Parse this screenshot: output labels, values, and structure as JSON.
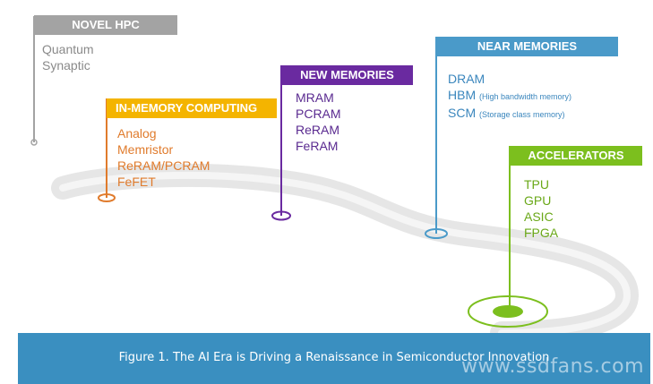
{
  "colors": {
    "novel": "#a3a3a3",
    "in_memory": "#f4b400",
    "in_memory_text": "#e07b2c",
    "new_memories": "#6a2aa0",
    "near_memories": "#4a9ac9",
    "accelerators": "#7cbf1e",
    "caption_bg": "#3a8fc0",
    "road": "#e6e6e6"
  },
  "novel_hpc": {
    "title": "NOVEL HPC",
    "items": [
      "Quantum",
      "Synaptic"
    ]
  },
  "in_memory_computing": {
    "title": "IN-MEMORY COMPUTING",
    "items": [
      "Analog",
      "Memristor",
      "ReRAM/PCRAM",
      "FeFET"
    ]
  },
  "new_memories": {
    "title": "NEW MEMORIES",
    "items": [
      "MRAM",
      "PCRAM",
      "ReRAM",
      "FeRAM"
    ]
  },
  "near_memories": {
    "title": "NEAR MEMORIES",
    "items": [
      {
        "name": "DRAM",
        "note": ""
      },
      {
        "name": "HBM",
        "note": "(High bandwidth memory)"
      },
      {
        "name": "SCM",
        "note": "(Storage class memory)"
      }
    ]
  },
  "accelerators": {
    "title": "ACCELERATORS",
    "items": [
      "TPU",
      "GPU",
      "ASIC",
      "FPGA"
    ]
  },
  "caption": "Figure 1. The AI Era is Driving a Renaissance in Semiconductor Innovation",
  "watermark": "www.ssdfans.com"
}
